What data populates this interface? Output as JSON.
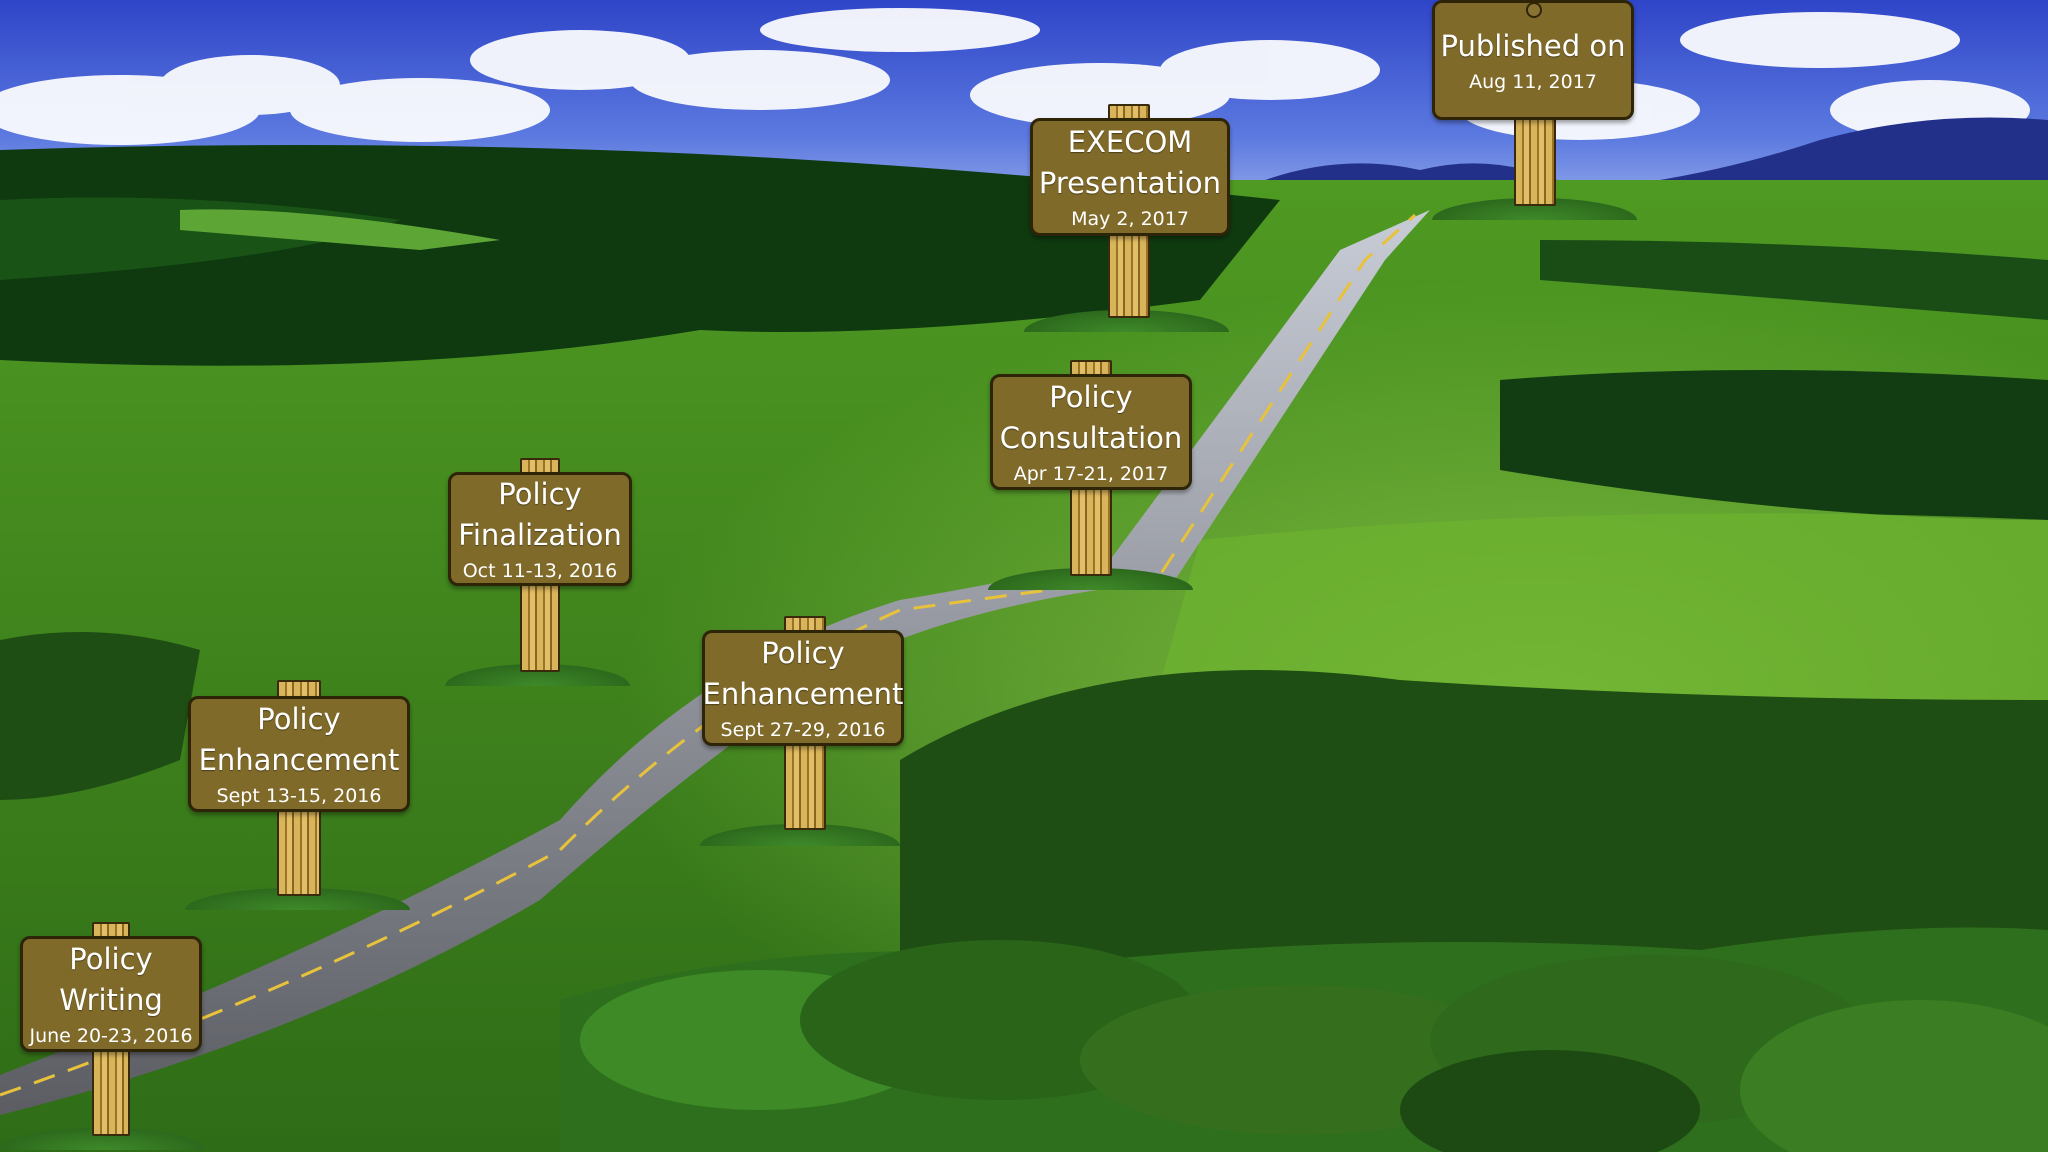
{
  "milestones": [
    {
      "id": "policy-writing",
      "title": [
        "Policy",
        "Writing"
      ],
      "date": "June 20-23, 2016"
    },
    {
      "id": "policy-enhancement-1",
      "title": [
        "Policy",
        "Enhancement"
      ],
      "date": "Sept 13-15, 2016"
    },
    {
      "id": "policy-finalization",
      "title": [
        "Policy",
        "Finalization"
      ],
      "date": "Oct 11-13, 2016"
    },
    {
      "id": "policy-enhancement-2",
      "title": [
        "Policy",
        "Enhancement"
      ],
      "date": "Sept 27-29, 2016"
    },
    {
      "id": "policy-consultation",
      "title": [
        "Policy",
        "Consultation"
      ],
      "date": "Apr 17-21, 2017"
    },
    {
      "id": "execom-presentation",
      "title": [
        "EXECOM",
        "Presentation"
      ],
      "date": "May 2, 2017"
    },
    {
      "id": "published",
      "title": [
        "Published on"
      ],
      "date": "Aug 11, 2017"
    }
  ],
  "colors": {
    "sign_board": "#7f6a2a",
    "sign_border": "#2e2408",
    "sign_text": "#ffffff",
    "sky": "#3c5bd6",
    "grass": "#5aa02c"
  }
}
